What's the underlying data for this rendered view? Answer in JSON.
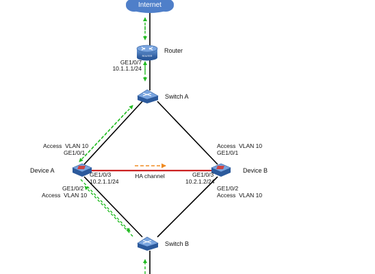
{
  "nodes": {
    "internet": {
      "label": "Internet"
    },
    "router": {
      "label": "Router",
      "icon": "router-icon",
      "badge": "ROUTER",
      "port": "GE1/0/7",
      "ip": "10.1.1.1/24"
    },
    "switch_a": {
      "label": "Switch A",
      "icon": "switch-icon"
    },
    "switch_b": {
      "label": "Switch B",
      "icon": "switch-icon"
    },
    "device_a": {
      "label": "Device A",
      "icon": "firewall-icon",
      "up_vlan": "Access  VLAN 10",
      "up_port": "GE1/0/1",
      "ha_port": "GE1/0/3",
      "ha_ip": "10.2.1.1/24",
      "down_port": "GE1/0/2",
      "down_vlan": "Access  VLAN 10"
    },
    "device_b": {
      "label": "Device B",
      "icon": "firewall-icon",
      "up_vlan": "Access  VLAN 10",
      "up_port": "GE1/0/1",
      "ha_port": "GE1/0/3",
      "ha_ip": "10.2.1.2/24",
      "down_port": "GE1/0/2",
      "down_vlan": "Access  VLAN 10"
    }
  },
  "links": {
    "ha_channel": {
      "label": "HA channel",
      "color": "#cc2222"
    },
    "physical_color": "#000000",
    "traffic_color": "#22bb22",
    "ha_traffic_color": "#f08a20"
  },
  "colors": {
    "icon_blue": "#3d6fb4",
    "cloud_blue": "#4f7fc9"
  }
}
